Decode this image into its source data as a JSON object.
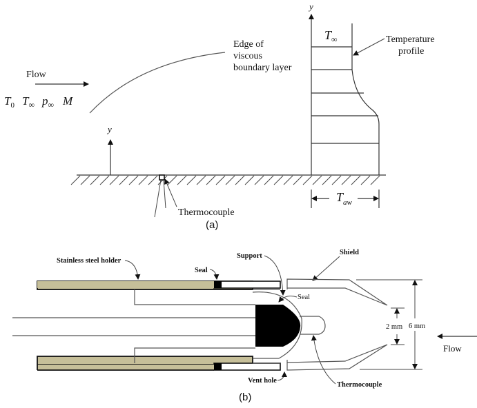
{
  "figure": {
    "panel_a": {
      "caption": "(a)",
      "flow_label": "Flow",
      "freestream_symbols": [
        "T",
        "T",
        "p",
        "M"
      ],
      "freestream_subscripts": [
        "0",
        "∞",
        "∞",
        ""
      ],
      "boundary_layer_label_lines": [
        "Edge of",
        "viscous",
        "boundary layer"
      ],
      "profile_axis_label": "y",
      "wall_axis_label": "y",
      "profile_top_symbol": "T",
      "profile_top_subscript": "∞",
      "temperature_profile_label_lines": [
        "Temperature",
        "profile"
      ],
      "thermocouple_label": "Thermocouple",
      "adiabatic_wall_symbol": "T",
      "adiabatic_wall_subscript": "aw"
    },
    "panel_b": {
      "caption": "(b)",
      "labels": {
        "holder": "Stainless steel holder",
        "seal_top": "Seal",
        "support": "Support",
        "seal_inner": "Seal",
        "shield": "Shield",
        "vent_hole": "Vent hole",
        "thermocouple": "Thermocouple",
        "flow": "Flow"
      },
      "dimensions": {
        "inner_opening": "2 mm",
        "outer_diameter": "6 mm"
      },
      "colors": {
        "holder_fill": "#c6bf99",
        "seal_fill": "#000000"
      }
    }
  }
}
